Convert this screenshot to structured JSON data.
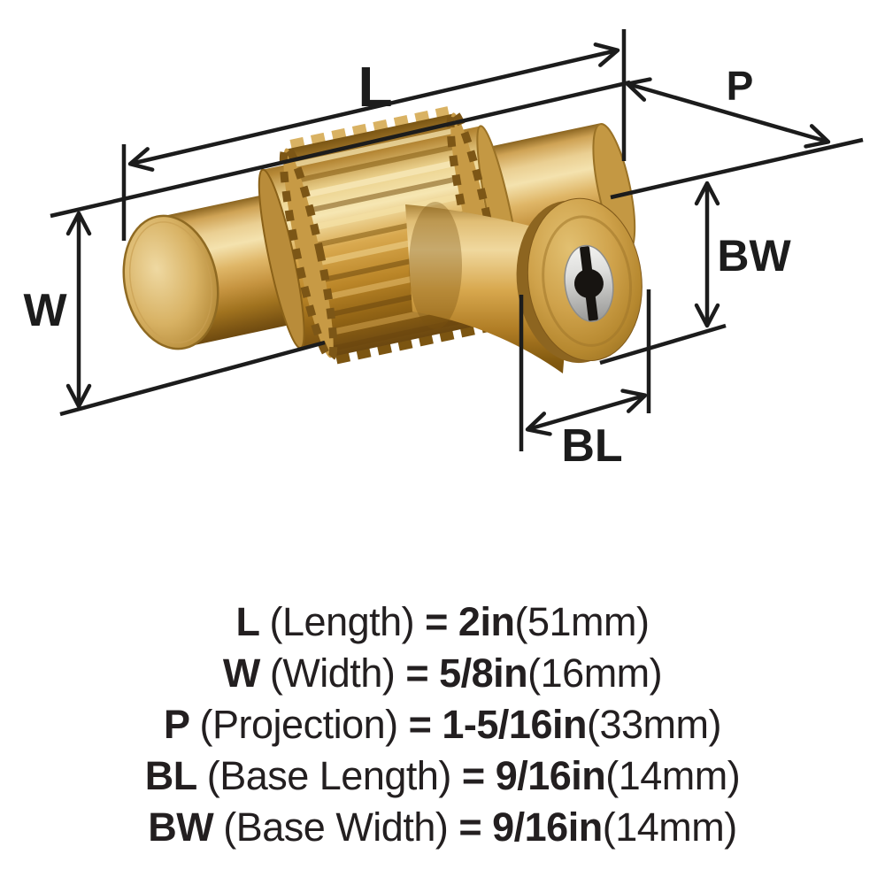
{
  "page": {
    "background": "#ffffff"
  },
  "palette": {
    "line_color": "#1c1c1c",
    "text_color": "#231f20",
    "brass_highlight": "#f4e2ae",
    "brass_mid": "#d8a84e",
    "brass_dark": "#8a6118",
    "silver": "#dededc",
    "keyhole_black": "#171411"
  },
  "dimension_labels": {
    "length": "L",
    "projection": "P",
    "width": "W",
    "base_width": "BW",
    "base_length": "BL"
  },
  "specs": {
    "rows": [
      {
        "abbr": "L",
        "name": "(Length)",
        "equals": "=",
        "value": "2in",
        "metric": "(51mm)"
      },
      {
        "abbr": "W",
        "name": "(Width)",
        "equals": "=",
        "value": "5/8in",
        "metric": "(16mm)"
      },
      {
        "abbr": "P",
        "name": "(Projection)",
        "equals": "=",
        "value": "1-5/16in",
        "metric": "(33mm)"
      },
      {
        "abbr": "BL",
        "name": "(Base Length)",
        "equals": "=",
        "value": "9/16in",
        "metric": "(14mm)"
      },
      {
        "abbr": "BW",
        "name": "(Base Width)",
        "equals": "=",
        "value": "9/16in",
        "metric": "(14mm)"
      }
    ]
  }
}
